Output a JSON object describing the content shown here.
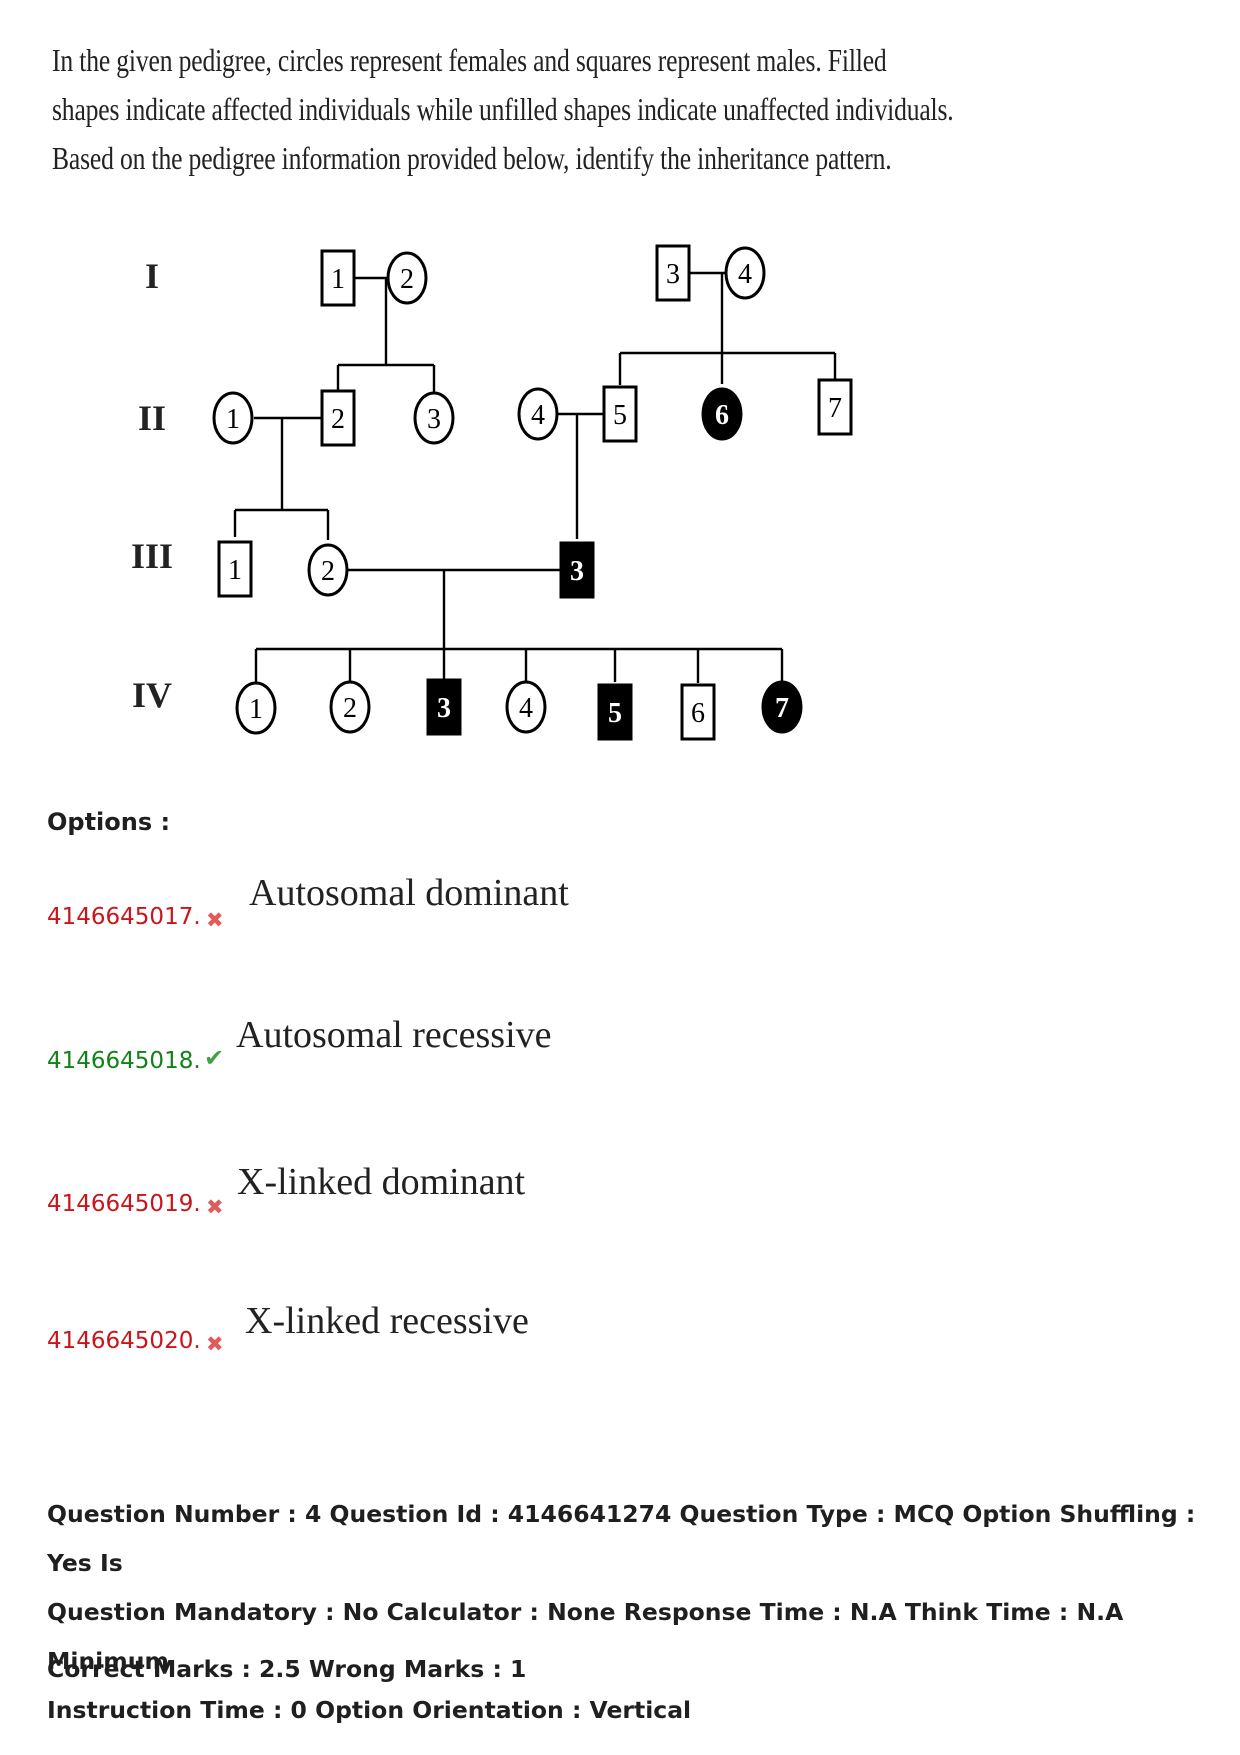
{
  "question": {
    "lines": [
      "In the given pedigree, circles represent females and squares represent males.  Filled",
      "shapes indicate affected individuals while unfilled shapes indicate unaffected individuals.",
      "Based on the pedigree information provided below, identify the inheritance pattern."
    ]
  },
  "pedigree": {
    "generations": [
      "I",
      "II",
      "III",
      "IV"
    ],
    "individuals": {
      "I": [
        {
          "n": "1",
          "sex": "male",
          "affected": false
        },
        {
          "n": "2",
          "sex": "female",
          "affected": false
        },
        {
          "n": "3",
          "sex": "male",
          "affected": false
        },
        {
          "n": "4",
          "sex": "female",
          "affected": false
        }
      ],
      "II": [
        {
          "n": "1",
          "sex": "female",
          "affected": false
        },
        {
          "n": "2",
          "sex": "male",
          "affected": false
        },
        {
          "n": "3",
          "sex": "female",
          "affected": false
        },
        {
          "n": "4",
          "sex": "female",
          "affected": false
        },
        {
          "n": "5",
          "sex": "male",
          "affected": false
        },
        {
          "n": "6",
          "sex": "female",
          "affected": true
        },
        {
          "n": "7",
          "sex": "male",
          "affected": false
        }
      ],
      "III": [
        {
          "n": "1",
          "sex": "male",
          "affected": false
        },
        {
          "n": "2",
          "sex": "female",
          "affected": false
        },
        {
          "n": "3",
          "sex": "male",
          "affected": true
        }
      ],
      "IV": [
        {
          "n": "1",
          "sex": "female",
          "affected": false
        },
        {
          "n": "2",
          "sex": "female",
          "affected": false
        },
        {
          "n": "3",
          "sex": "male",
          "affected": true
        },
        {
          "n": "4",
          "sex": "female",
          "affected": false
        },
        {
          "n": "5",
          "sex": "male",
          "affected": true
        },
        {
          "n": "6",
          "sex": "male",
          "affected": false
        },
        {
          "n": "7",
          "sex": "female",
          "affected": true
        }
      ]
    }
  },
  "options_label": "Options :",
  "options": [
    {
      "id": "4146645017.",
      "text": "Autosomal dominant",
      "status": "wrong",
      "icon": "cross-icon"
    },
    {
      "id": "4146645018.",
      "text": "Autosomal recessive",
      "status": "correct",
      "icon": "check-icon"
    },
    {
      "id": "4146645019.",
      "text": "X-linked dominant",
      "status": "wrong",
      "icon": "cross-icon"
    },
    {
      "id": "4146645020.",
      "text": "X-linked recessive",
      "status": "wrong",
      "icon": "cross-icon"
    }
  ],
  "meta": {
    "line1": "Question Number : 4 Question Id : 4146641274 Question Type : MCQ Option Shuffling : Yes Is",
    "line2": "Question Mandatory : No Calculator : None Response Time : N.A Think Time : N.A Minimum",
    "line3": "Instruction Time : 0 Option Orientation : Vertical",
    "marks": "Correct Marks : 2.5 Wrong Marks : 1"
  },
  "colors": {
    "wrong": "#c8151b",
    "correct": "#13811a",
    "ink": "#000000"
  }
}
